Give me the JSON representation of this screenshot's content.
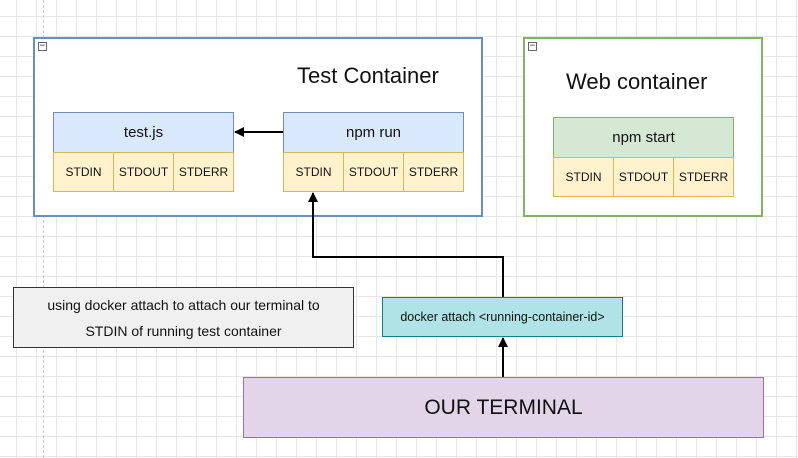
{
  "test_container": {
    "title": "Test Container",
    "collapse_glyph": "−",
    "testjs": {
      "label": "test.js",
      "streams": [
        "STDIN",
        "STDOUT",
        "STDERR"
      ]
    },
    "npmrun": {
      "label": "npm run",
      "streams": [
        "STDIN",
        "STDOUT",
        "STDERR"
      ]
    }
  },
  "web_container": {
    "title": "Web container",
    "collapse_glyph": "−",
    "npmstart": {
      "label": "npm start",
      "streams": [
        "STDIN",
        "STDOUT",
        "STDERR"
      ]
    }
  },
  "note": {
    "text": "using docker attach to attach our terminal to STDIN of running test container"
  },
  "command": {
    "text": "docker attach <running-container-id>"
  },
  "terminal": {
    "label": "OUR TERMINAL"
  },
  "colors": {
    "blue_fill": "#dae8fc",
    "blue_stroke": "#6c8ebf",
    "green_fill": "#d5e8d4",
    "green_stroke": "#82b366",
    "yellow_fill": "#fff2cc",
    "yellow_stroke": "#d6b656",
    "teal_fill": "#b0e3e6",
    "teal_stroke": "#0e8088",
    "purple_fill": "#e1d5e7",
    "purple_stroke": "#9673a6"
  }
}
